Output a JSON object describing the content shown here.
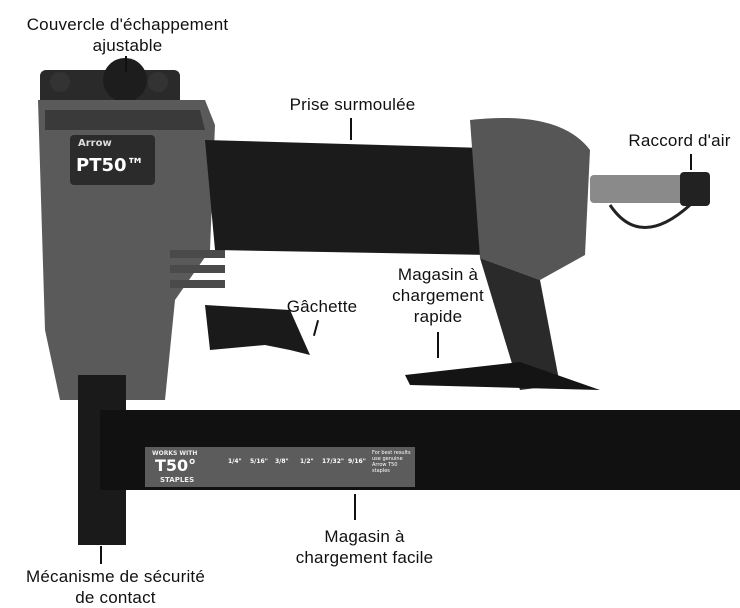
{
  "image": {
    "subject": "stapler-tool",
    "colors": {
      "body": "#5a5a5a",
      "grip": "#1b1b1b",
      "base": "#111111",
      "accent": "#8a8a8a"
    }
  },
  "labels": {
    "exhaust": [
      "Couvercle d'échappement",
      "ajustable"
    ],
    "grip": "Prise surmoulée",
    "air": "Raccord d'air",
    "quickload": [
      "Magasin à",
      "chargement",
      "rapide"
    ],
    "trigger": "Gâchette",
    "easyload": [
      "Magasin à",
      "chargement facile"
    ],
    "safety": [
      "Mécanisme de sécurité",
      "de contact"
    ]
  },
  "tool_markings": {
    "brand": "Arrow",
    "model": "PT50™",
    "works_with": "WORKS WITH",
    "staple_type": "T50°",
    "staples": "STAPLES",
    "sizes": [
      "1/4\"",
      "5/16\"",
      "3/8\"",
      "1/2\"",
      "17/32\"",
      "9/16\""
    ],
    "note": "For best results use genuine Arrow T50 staples"
  }
}
